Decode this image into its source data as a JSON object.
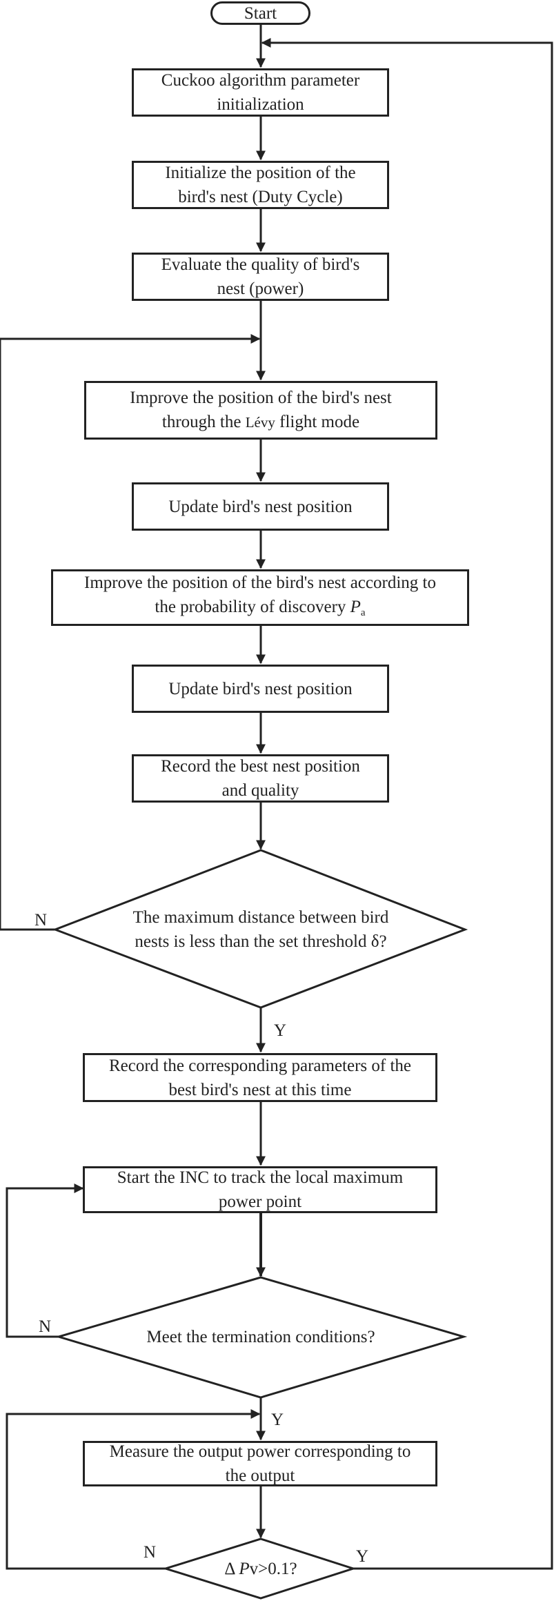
{
  "nodes": {
    "start": "Start",
    "init_params_1": "Cuckoo algorithm parameter",
    "init_params_2": "initialization",
    "init_pos_1": "Initialize the position of the",
    "init_pos_2": "bird's nest (Duty Cycle)",
    "evaluate_1": "Evaluate the quality of bird's",
    "evaluate_2": "nest (power)",
    "levy_1": "Improve the position of the bird's nest",
    "levy_2a": "through the ",
    "levy_2b": "Lévy",
    "levy_2c": " flight mode",
    "update_1": "Update bird's nest position",
    "discovery_1": "Improve the position of the bird's nest according to",
    "discovery_2a": "the probability of discovery ",
    "discovery_2b": "P",
    "discovery_2c": "a",
    "update_2": "Update bird's nest position",
    "record_best_1": "Record the best nest position",
    "record_best_2": "and quality",
    "decision_distance_1": "The maximum distance between bird",
    "decision_distance_2": "nests is less than the set threshold δ?",
    "record_params_1": "Record the corresponding parameters of the",
    "record_params_2": "best bird's nest at this time",
    "inc_1": "Start the INC to track the local maximum",
    "inc_2": "power point",
    "decision_termination": "Meet the termination conditions?",
    "measure_1": "Measure the output power corresponding to",
    "measure_2": "the output",
    "decision_power_a": "Δ ",
    "decision_power_b": "P",
    "decision_power_c": "v>0.1?"
  },
  "labels": {
    "n1": "N",
    "y1": "Y",
    "n2": "N",
    "y2": "Y",
    "n3": "N",
    "y3": "Y"
  }
}
